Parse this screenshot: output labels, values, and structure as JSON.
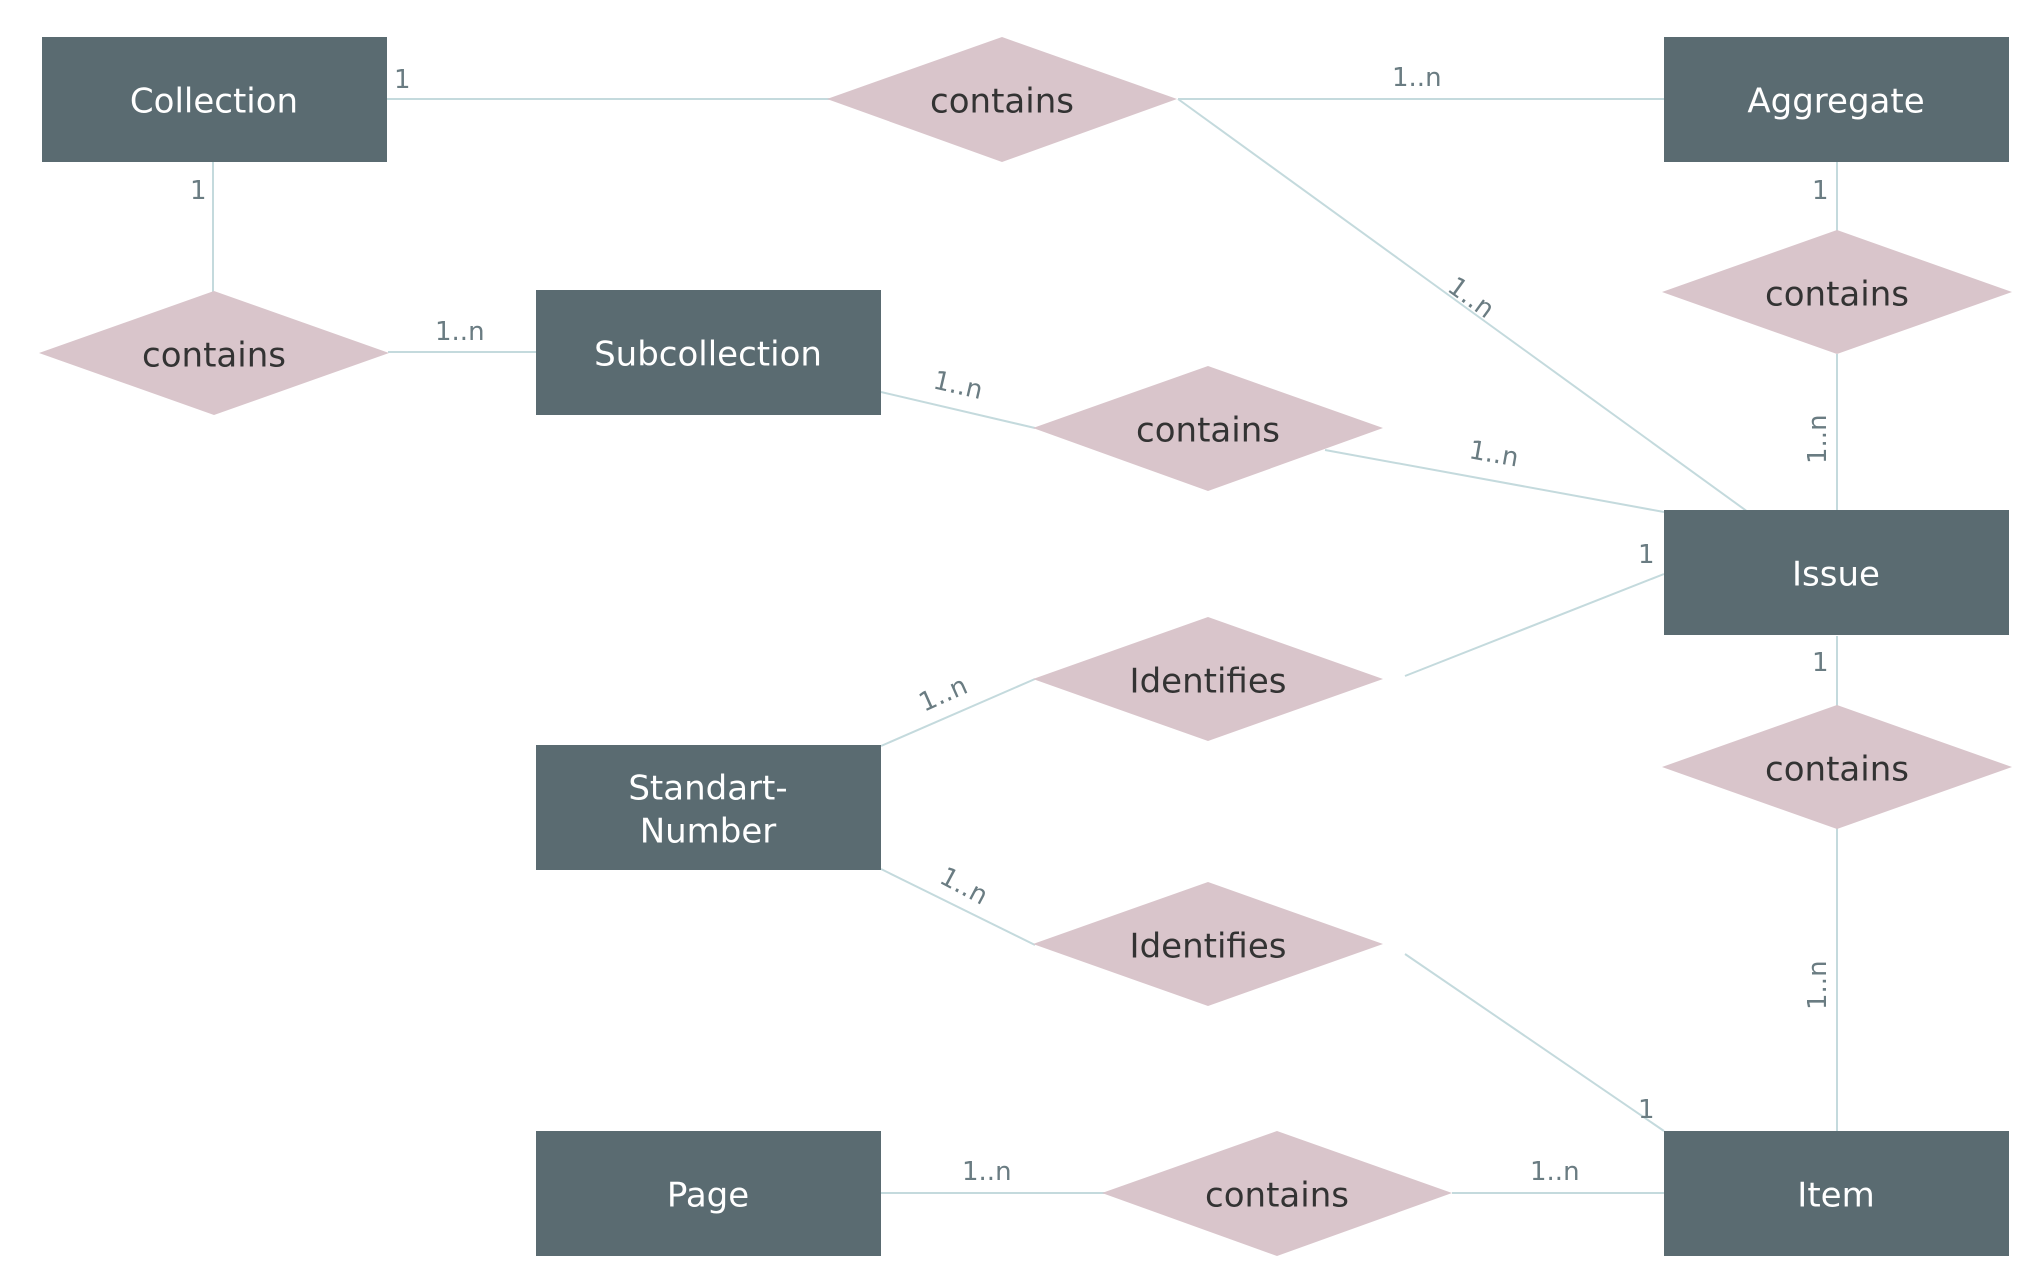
{
  "colors": {
    "entity_fill": "#5a6b71",
    "entity_text": "#ffffff",
    "relationship_fill": "#d9c5cb",
    "relationship_text": "#333333",
    "connector": "#c4dadd",
    "cardinality_text": "#6a7c82"
  },
  "entities": {
    "collection": "Collection",
    "aggregate": "Aggregate",
    "subcollection": "Subcollection",
    "issue": "Issue",
    "standart_number_1": "Standart-",
    "standart_number_2": "Number",
    "page": "Page",
    "item": "Item"
  },
  "relationships": {
    "collection_aggregate": "contains",
    "aggregate_issue": "contains",
    "collection_subcollection": "contains",
    "subcollection_issue": "contains",
    "issue_standart": "Identifies",
    "issue_item": "contains",
    "standart_item": "Identifies",
    "page_item": "contains"
  },
  "cardinalities": {
    "collection_to_aggregate_near_collection": "1",
    "collection_to_aggregate_near_aggregate": "1..n",
    "collection_rel_to_issue": "1..n",
    "aggregate_to_rel": "1",
    "aggregate_rel_to_issue": "1..n",
    "collection_to_subcollection_rel": "1",
    "subcollection_rel_to_subcollection": "1..n",
    "subcollection_to_rel": "1..n",
    "subcollection_rel_to_issue": "1..n",
    "issue_identifies": "1",
    "standart_identifies_issue": "1..n",
    "issue_to_item_rel": "1",
    "item_rel_to_item": "1..n",
    "standart_identifies_item": "1..n",
    "item_identifies": "1",
    "page_contains": "1..n",
    "item_contains_page": "1..n"
  }
}
